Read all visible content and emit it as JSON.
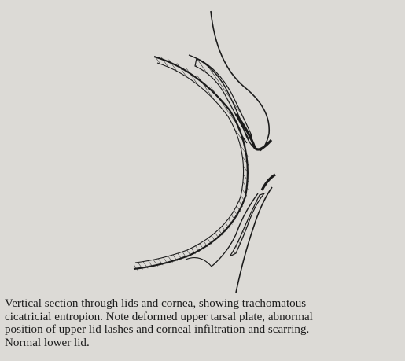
{
  "figure": {
    "caption_lines": [
      "Vertical section through lids and cornea, showing trachomatous",
      "cicatricial entropion. Note deformed upper tarsal plate, abnormal",
      "position of upper lid lashes and corneal infiltration and scarring.",
      "Normal lower lid."
    ],
    "colors": {
      "background": "#dcdad6",
      "ink": "#1b1b1b"
    }
  }
}
